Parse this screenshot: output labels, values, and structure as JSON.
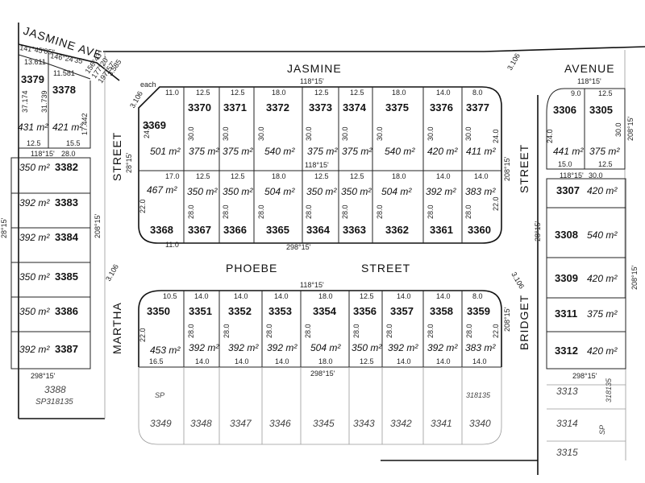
{
  "streets": {
    "jasmine_ave": "JASMINE AVE",
    "jasmine": "JASMINE",
    "avenue": "AVENUE",
    "phoebe": "PHOEBE",
    "phoebe_street": "STREET",
    "street_left": "STREET",
    "street_right": "STREET",
    "martha": "MARTHA",
    "bridget": "BRIDGET"
  },
  "block_a": [
    {
      "lot": "3370",
      "area": "375 m²",
      "w": "12.5"
    },
    {
      "lot": "3371",
      "area": "375 m²",
      "w": "12.5"
    },
    {
      "lot": "3372",
      "area": "540 m²",
      "w": "18.0"
    },
    {
      "lot": "3373",
      "area": "375 m²",
      "w": "12.5"
    },
    {
      "lot": "3374",
      "area": "375 m²",
      "w": "12.5"
    },
    {
      "lot": "3375",
      "area": "540 m²",
      "w": "18.0"
    },
    {
      "lot": "3376",
      "area": "420 m²",
      "w": "14.0"
    },
    {
      "lot": "3377",
      "area": "411 m²",
      "w": "8.0"
    }
  ],
  "block_a_bottom": [
    {
      "lot": "3367",
      "area": "350 m²",
      "w": "12.5"
    },
    {
      "lot": "3366",
      "area": "350 m²",
      "w": "12.5"
    },
    {
      "lot": "3365",
      "area": "504 m²",
      "w": "18.0"
    },
    {
      "lot": "3364",
      "area": "350 m²",
      "w": "12.5"
    },
    {
      "lot": "3363",
      "area": "350 m²",
      "w": "12.5"
    },
    {
      "lot": "3362",
      "area": "504 m²",
      "w": "18.0"
    },
    {
      "lot": "3361",
      "area": "392 m²",
      "w": "14.0"
    },
    {
      "lot": "3360",
      "area": "383 m²",
      "w": "14.0"
    }
  ],
  "corner_lots": {
    "l3369": {
      "lot": "3369",
      "area": "501 m²"
    },
    "l3368": {
      "lot": "3368",
      "area": "467 m²"
    }
  },
  "block_b": [
    {
      "lot": "3350",
      "area": "453 m²",
      "w": "10.5"
    },
    {
      "lot": "3351",
      "area": "392 m²",
      "w": "14.0"
    },
    {
      "lot": "3352",
      "area": "392 m²",
      "w": "14.0"
    },
    {
      "lot": "3353",
      "area": "392 m²",
      "w": "14.0"
    },
    {
      "lot": "3354",
      "area": "504 m²",
      "w": "18.0"
    },
    {
      "lot": "3356",
      "area": "350 m²",
      "w": "12.5"
    },
    {
      "lot": "3357",
      "area": "392 m²",
      "w": "14.0"
    },
    {
      "lot": "3358",
      "area": "392 m²",
      "w": "14.0"
    },
    {
      "lot": "3359",
      "area": "383 m²",
      "w": "8.0"
    }
  ],
  "block_b_below": [
    "3349",
    "3348",
    "3347",
    "3346",
    "3345",
    "3343",
    "3342",
    "3341",
    "3340"
  ],
  "left_column": [
    {
      "lot": "3382",
      "area": "350 m²"
    },
    {
      "lot": "3383",
      "area": "392 m²"
    },
    {
      "lot": "3384",
      "area": "392 m²"
    },
    {
      "lot": "3385",
      "area": "350 m²"
    },
    {
      "lot": "3386",
      "area": "350 m²"
    },
    {
      "lot": "3387",
      "area": "392 m²"
    }
  ],
  "left_top": [
    {
      "lot": "3379",
      "area": "431 m²"
    },
    {
      "lot": "3378",
      "area": "421 m²"
    }
  ],
  "right_top": [
    {
      "lot": "3306",
      "area": "441 m²"
    },
    {
      "lot": "3305",
      "area": "375 m²"
    }
  ],
  "right_column": [
    {
      "lot": "3307",
      "area": "420 m²"
    },
    {
      "lot": "3308",
      "area": "540 m²"
    },
    {
      "lot": "3309",
      "area": "420 m²"
    },
    {
      "lot": "3311",
      "area": "375 m²"
    },
    {
      "lot": "3312",
      "area": "420 m²"
    }
  ],
  "right_below": [
    "3313",
    "3314",
    "3315"
  ],
  "grey_labels": {
    "l3388": "3388",
    "sp318135": "SP318135",
    "sp": "SP",
    "sp_right": "SP",
    "n318135": "318135",
    "n318135_right": "318135"
  },
  "bearings": {
    "b118": "118°15'",
    "b298": "298°15'",
    "b28": "28°15'",
    "b208": "208°15'"
  },
  "dims": {
    "d30": "30.0",
    "d28": "28.0",
    "d24": "24.0",
    "d22": "22.0",
    "d17": "17.0",
    "d11": "11.0",
    "d9": "9.0",
    "d125": "12.5",
    "d14": "14.0",
    "d15": "15.0",
    "d155": "15.5",
    "d165": "16.5",
    "d18": "18.0",
    "d80": "8.0",
    "d3106": "3.106",
    "each": "each",
    "d13611": "13.611",
    "d11581": "11.581",
    "d37174": "37.174",
    "d31739": "31.739",
    "d17442": "17.442",
    "d3585": "3.585",
    "bA": "141°45'05\"",
    "bB": "146°24'35\"",
    "bC": "156°43'",
    "bD": "177°20'",
    "bE": "197°57'"
  }
}
